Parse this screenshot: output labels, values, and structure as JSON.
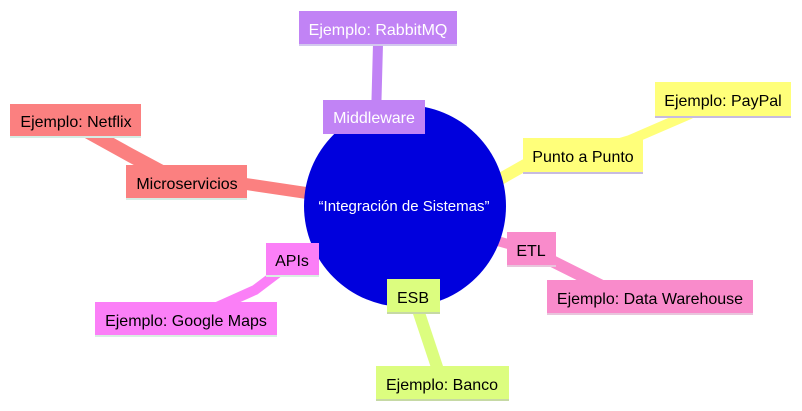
{
  "diagram": {
    "center": {
      "label": "“Integración de Sistemas”",
      "color": "#0000dd",
      "text_color": "#ffffff"
    },
    "branches": [
      {
        "id": "middleware",
        "label": "Middleware",
        "color": "#c183f5",
        "text_color": "#ffffff",
        "example": {
          "label": "Ejemplo: RabbitMQ",
          "color": "#c183f5",
          "text_color": "#ffffff"
        }
      },
      {
        "id": "punto-a-punto",
        "label": "Punto a Punto",
        "color": "#ffff7a",
        "text_color": "#000000",
        "example": {
          "label": "Ejemplo: PayPal",
          "color": "#ffff7a",
          "text_color": "#000000"
        }
      },
      {
        "id": "etl",
        "label": "ETL",
        "color": "#f98bcb",
        "text_color": "#000000",
        "example": {
          "label": "Ejemplo: Data Warehouse",
          "color": "#f98bcb",
          "text_color": "#000000"
        }
      },
      {
        "id": "esb",
        "label": "ESB",
        "color": "#dcfd7f",
        "text_color": "#000000",
        "example": {
          "label": "Ejemplo: Banco",
          "color": "#dcfd7f",
          "text_color": "#000000"
        }
      },
      {
        "id": "apis",
        "label": "APIs",
        "color": "#fb7ff7",
        "text_color": "#000000",
        "example": {
          "label": "Ejemplo: Google Maps",
          "color": "#fb7ff7",
          "text_color": "#000000"
        }
      },
      {
        "id": "microservicios",
        "label": "Microservicios",
        "color": "#fb8080",
        "text_color": "#000000",
        "example": {
          "label": "Ejemplo: Netflix",
          "color": "#fb8080",
          "text_color": "#000000"
        }
      }
    ]
  }
}
